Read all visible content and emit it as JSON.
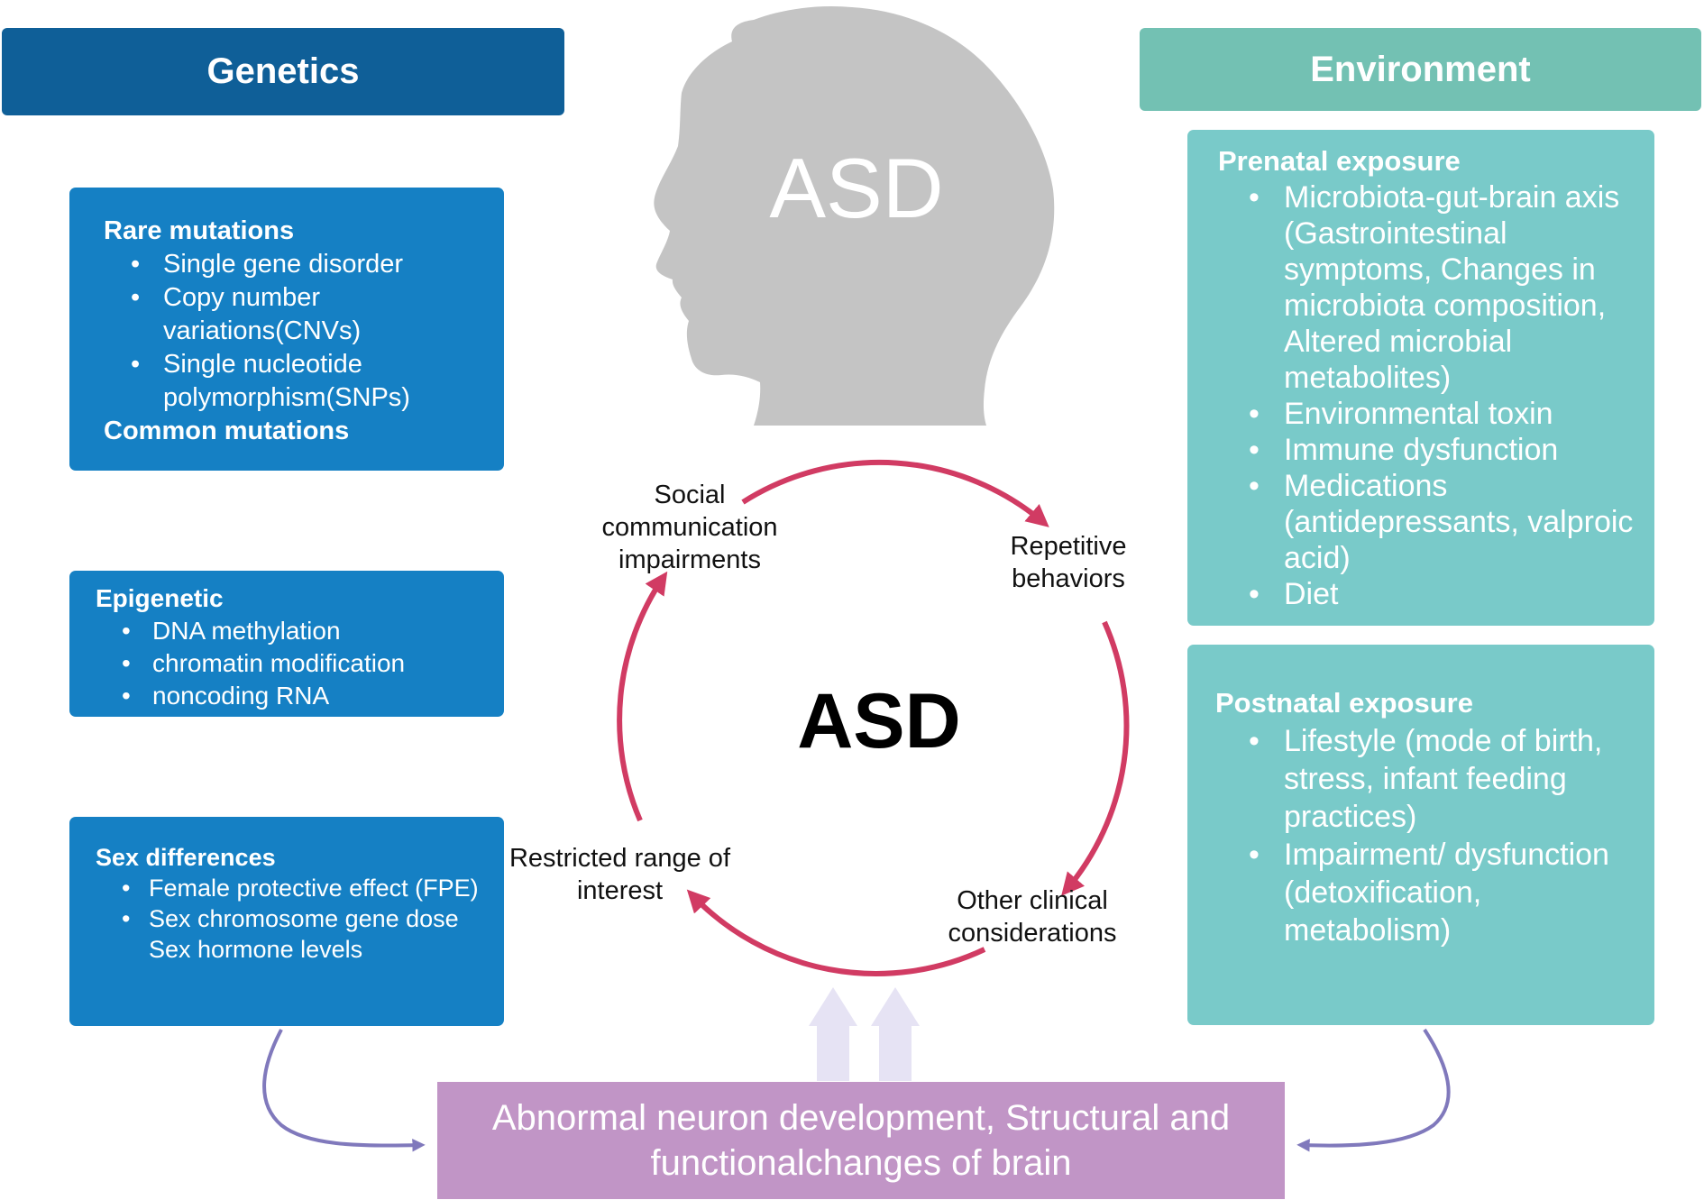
{
  "genetics": {
    "header": "Genetics",
    "rare": {
      "title": "Rare mutations",
      "items": [
        "Single gene disorder",
        "Copy number variations(CNVs)",
        "Single nucleotide polymorphism(SNPs)"
      ],
      "footer": "Common mutations"
    },
    "epigenetic": {
      "title": "Epigenetic",
      "items": [
        "DNA methylation",
        "chromatin modification",
        "noncoding RNA"
      ]
    },
    "sex": {
      "title": "Sex differences",
      "items": [
        "Female protective effect (FPE)",
        "Sex chromosome gene dose Sex hormone levels"
      ]
    }
  },
  "environment": {
    "header": "Environment",
    "prenatal": {
      "title": "Prenatal exposure",
      "items": [
        "Microbiota-gut-brain axis (Gastrointestinal symptoms, Changes in microbiota composition, Altered microbial metabolites)",
        "Environmental toxin",
        "Immune dysfunction",
        "Medications (antidepressants, valproic acid)",
        "Diet"
      ]
    },
    "postnatal": {
      "title": "Postnatal exposure",
      "items": [
        "Lifestyle (mode of birth, stress, infant feeding practices)",
        "Impairment/ dysfunction (detoxification, metabolism)"
      ]
    }
  },
  "head": {
    "label": "ASD",
    "icon": "child-head-silhouette-icon",
    "color": "#c4c4c4"
  },
  "cycle": {
    "center": "ASD",
    "color": "#d13b63",
    "labels": {
      "social": "Social communication impairments",
      "repetitive": "Repetitive behaviors",
      "other": "Other clinical considerations",
      "restricted": "Restricted range of interest"
    }
  },
  "bottom": {
    "text": "Abnormal neuron development, Structural and functionalchanges of brain"
  },
  "colors": {
    "genetics_header": "#0f5f98",
    "genetics_box": "#1580c4",
    "environment_header": "#73c1b3",
    "environment_box": "#79cac9",
    "bottom_box": "#c195c6",
    "side_arrow": "#8079bc",
    "up_arrow": "#e6e3f4"
  }
}
